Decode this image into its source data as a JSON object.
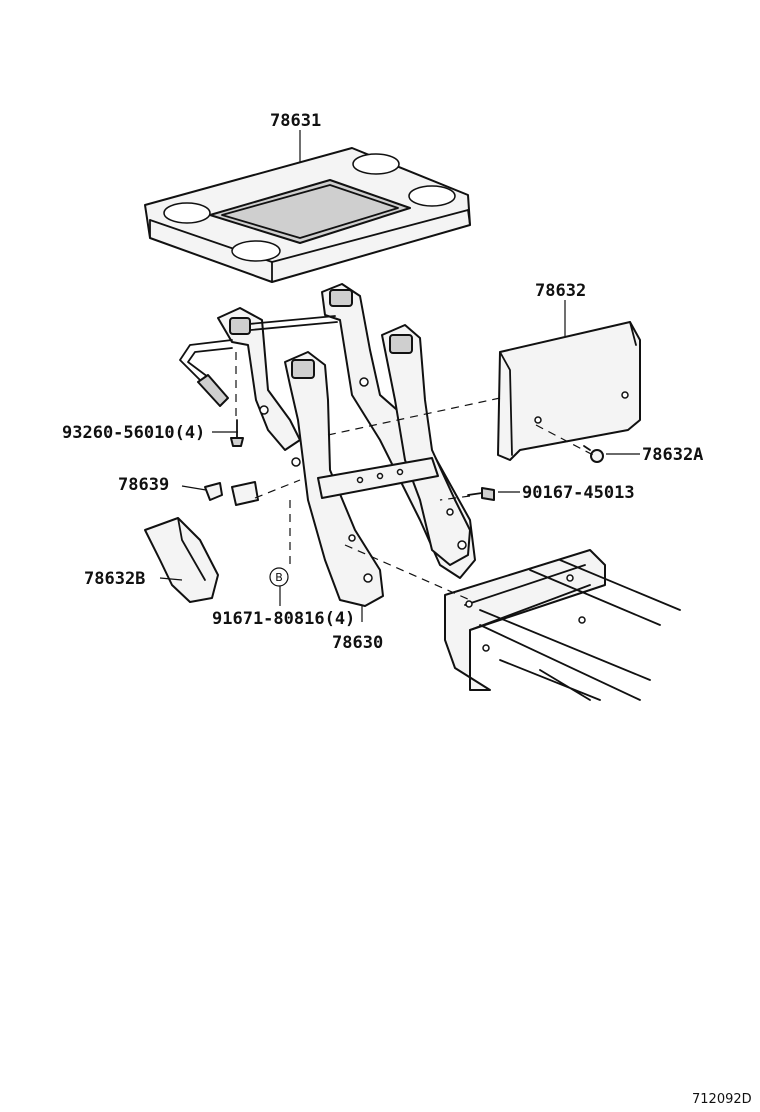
{
  "callouts": {
    "p78631": "78631",
    "p78632": "78632",
    "p78632A": "78632A",
    "p93260": "93260-56010(4)",
    "p78639": "78639",
    "p90167": "90167-45013",
    "p78632B": "78632B",
    "p91671": "91671-80816(4)",
    "p78630": "78630",
    "circle_b": "B"
  },
  "diagram_id": "712092D"
}
